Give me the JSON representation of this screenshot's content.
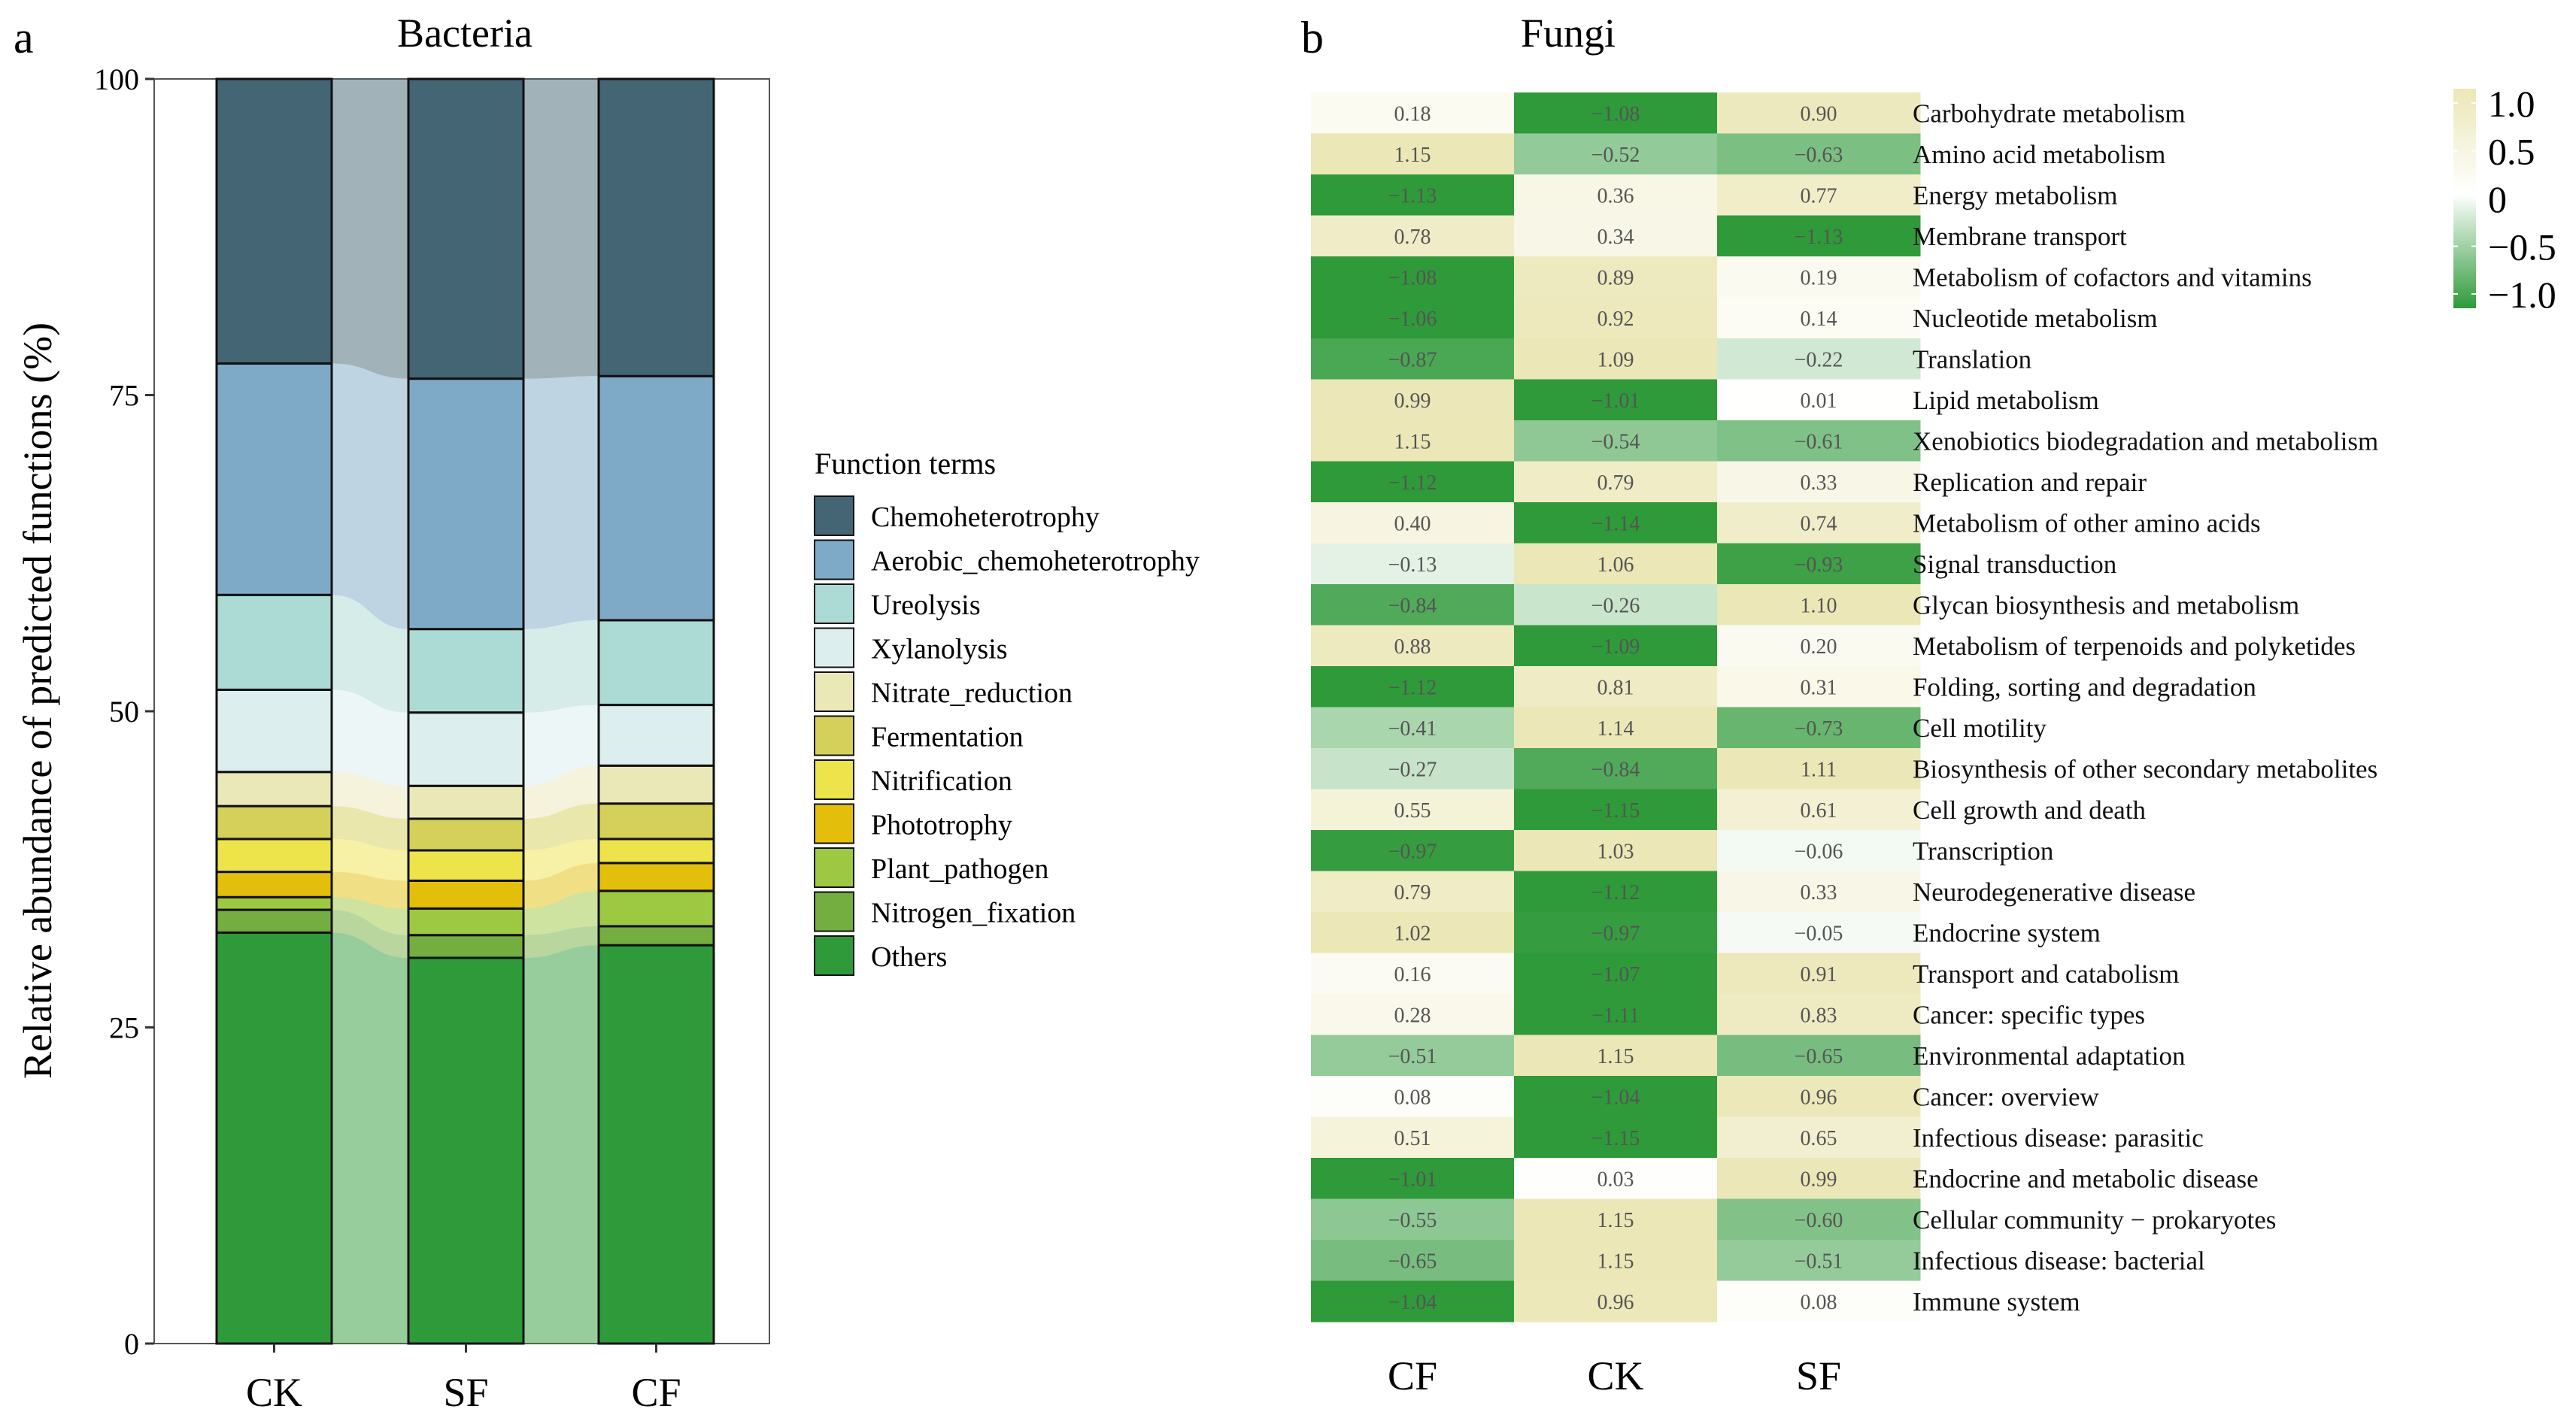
{
  "panel_a": {
    "label": "a",
    "title": "Bacteria",
    "ylabel": "Relative abundance of predicted functions (%)",
    "legend_title": "Function terms"
  },
  "panel_b": {
    "label": "b",
    "title": "Fungi",
    "colorbar_ticks": [
      "1.0",
      "0.5",
      "0",
      "−0.5",
      "−1.0"
    ],
    "colorbar_values": [
      1.0,
      0.5,
      0,
      -0.5,
      -1.0
    ]
  },
  "chart_data": [
    {
      "type": "bar",
      "stacked": true,
      "categories": [
        "CK",
        "SF",
        "CF"
      ],
      "ylim": [
        0,
        100
      ],
      "yticks": [
        0,
        25,
        50,
        75,
        100
      ],
      "legend_placement": "right",
      "series": [
        {
          "name": "Others",
          "color": "#2f9a3a",
          "values": [
            32.5,
            30.5,
            31.5
          ]
        },
        {
          "name": "Nitrogen_fixation",
          "color": "#74ad40",
          "values": [
            1.8,
            1.8,
            1.5
          ]
        },
        {
          "name": "Plant_pathogen",
          "color": "#9dc841",
          "values": [
            1.0,
            2.1,
            2.8
          ]
        },
        {
          "name": "Phototrophy",
          "color": "#e3bf0c",
          "values": [
            2.0,
            2.2,
            2.2
          ]
        },
        {
          "name": "Nitrification",
          "color": "#ede34a",
          "values": [
            2.6,
            2.4,
            1.9
          ]
        },
        {
          "name": "Fermentation",
          "color": "#d5d05a",
          "values": [
            2.6,
            2.5,
            2.8
          ]
        },
        {
          "name": "Nitrate_reduction",
          "color": "#ebe8b7",
          "values": [
            2.7,
            2.6,
            3.0
          ]
        },
        {
          "name": "Xylanolysis",
          "color": "#dceeee",
          "values": [
            6.5,
            5.8,
            4.8
          ]
        },
        {
          "name": "Ureolysis",
          "color": "#acdad4",
          "values": [
            7.5,
            6.6,
            6.7
          ]
        },
        {
          "name": "Aerobic_chemoheterotrophy",
          "color": "#7eaac8",
          "values": [
            18.3,
            19.8,
            19.3
          ]
        },
        {
          "name": "Chemoheterotrophy",
          "color": "#436574",
          "values": [
            22.5,
            23.7,
            23.5
          ]
        }
      ]
    },
    {
      "type": "heatmap",
      "columns": [
        "CF",
        "CK",
        "SF"
      ],
      "rows": [
        "Carbohydrate metabolism",
        "Amino acid metabolism",
        "Energy metabolism",
        "Membrane transport",
        "Metabolism of cofactors and vitamins",
        "Nucleotide metabolism",
        "Translation",
        "Lipid metabolism",
        "Xenobiotics biodegradation and metabolism",
        "Replication and repair",
        "Metabolism of other amino acids",
        "Signal transduction",
        "Glycan biosynthesis and metabolism",
        "Metabolism of terpenoids and polyketides",
        "Folding, sorting and degradation",
        "Cell motility",
        "Biosynthesis of other secondary metabolites",
        "Cell growth and death",
        "Transcription",
        "Neurodegenerative disease",
        "Endocrine system",
        "Transport and catabolism",
        "Cancer: specific types",
        "Environmental adaptation",
        "Cancer: overview",
        "Infectious disease: parasitic",
        "Endocrine and metabolic disease",
        "Cellular community − prokaryotes",
        "Infectious disease: bacterial",
        "Immune system"
      ],
      "values": [
        [
          0.18,
          -1.08,
          0.9
        ],
        [
          1.15,
          -0.52,
          -0.63
        ],
        [
          -1.13,
          0.36,
          0.77
        ],
        [
          0.78,
          0.34,
          -1.13
        ],
        [
          -1.08,
          0.89,
          0.19
        ],
        [
          -1.06,
          0.92,
          0.14
        ],
        [
          -0.87,
          1.09,
          -0.22
        ],
        [
          0.99,
          -1.01,
          0.01
        ],
        [
          1.15,
          -0.54,
          -0.61
        ],
        [
          -1.12,
          0.79,
          0.33
        ],
        [
          0.4,
          -1.14,
          0.74
        ],
        [
          -0.13,
          1.06,
          -0.93
        ],
        [
          -0.84,
          -0.26,
          1.1
        ],
        [
          0.88,
          -1.09,
          0.2
        ],
        [
          -1.12,
          0.81,
          0.31
        ],
        [
          -0.41,
          1.14,
          -0.73
        ],
        [
          -0.27,
          -0.84,
          1.11
        ],
        [
          0.55,
          -1.15,
          0.61
        ],
        [
          -0.97,
          1.03,
          -0.06
        ],
        [
          0.79,
          -1.12,
          0.33
        ],
        [
          1.02,
          -0.97,
          -0.05
        ],
        [
          0.16,
          -1.07,
          0.91
        ],
        [
          0.28,
          -1.11,
          0.83
        ],
        [
          -0.51,
          1.15,
          -0.65
        ],
        [
          0.08,
          -1.04,
          0.96
        ],
        [
          0.51,
          -1.15,
          0.65
        ],
        [
          -1.01,
          0.03,
          0.99
        ],
        [
          -0.55,
          1.15,
          -0.6
        ],
        [
          -0.65,
          1.15,
          -0.51
        ],
        [
          -1.04,
          0.96,
          0.08
        ]
      ],
      "color_scale": {
        "low": "#2f9a3a",
        "mid": "#ffffff",
        "high": "#ebe7b7"
      }
    }
  ]
}
